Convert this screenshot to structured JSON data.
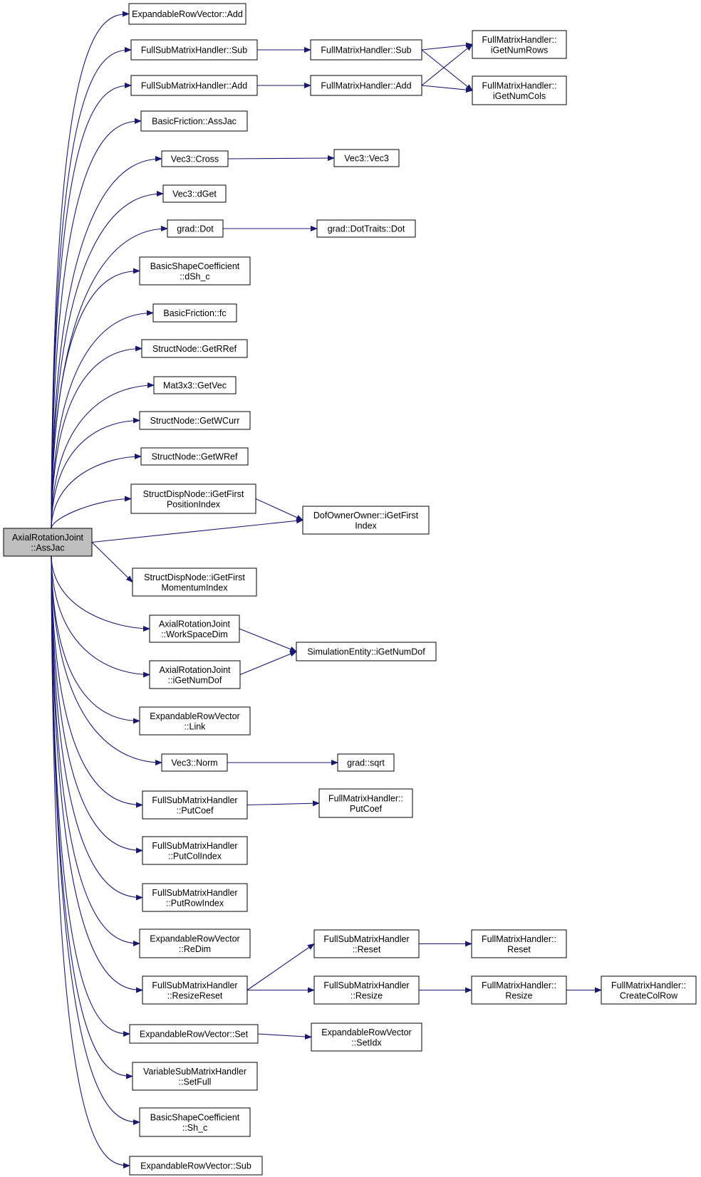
{
  "root": {
    "id": "root",
    "lines": [
      "AxialRotationJoint",
      "::AssJac"
    ]
  },
  "nodes": [
    {
      "id": "n_erv_add",
      "lines": [
        "ExpandableRowVector::Add"
      ]
    },
    {
      "id": "n_fsmh_sub",
      "lines": [
        "FullSubMatrixHandler::Sub"
      ]
    },
    {
      "id": "n_fmh_sub",
      "lines": [
        "FullMatrixHandler::Sub"
      ]
    },
    {
      "id": "n_fmh_rows",
      "lines": [
        "FullMatrixHandler::",
        "iGetNumRows"
      ]
    },
    {
      "id": "n_fsmh_add",
      "lines": [
        "FullSubMatrixHandler::Add"
      ]
    },
    {
      "id": "n_fmh_add",
      "lines": [
        "FullMatrixHandler::Add"
      ]
    },
    {
      "id": "n_fmh_cols",
      "lines": [
        "FullMatrixHandler::",
        "iGetNumCols"
      ]
    },
    {
      "id": "n_bf_assjac",
      "lines": [
        "BasicFriction::AssJac"
      ]
    },
    {
      "id": "n_vec3_cross",
      "lines": [
        "Vec3::Cross"
      ]
    },
    {
      "id": "n_vec3_vec3",
      "lines": [
        "Vec3::Vec3"
      ]
    },
    {
      "id": "n_vec3_dget",
      "lines": [
        "Vec3::dGet"
      ]
    },
    {
      "id": "n_grad_dot",
      "lines": [
        "grad::Dot"
      ]
    },
    {
      "id": "n_grad_dottraits",
      "lines": [
        "grad::DotTraits::Dot"
      ]
    },
    {
      "id": "n_bsc_dsh",
      "lines": [
        "BasicShapeCoefficient",
        "::dSh_c"
      ]
    },
    {
      "id": "n_bf_fc",
      "lines": [
        "BasicFriction::fc"
      ]
    },
    {
      "id": "n_sn_getrref",
      "lines": [
        "StructNode::GetRRef"
      ]
    },
    {
      "id": "n_mat_getvec",
      "lines": [
        "Mat3x3::GetVec"
      ]
    },
    {
      "id": "n_sn_getwcurr",
      "lines": [
        "StructNode::GetWCurr"
      ]
    },
    {
      "id": "n_sn_getwref",
      "lines": [
        "StructNode::GetWRef"
      ]
    },
    {
      "id": "n_sdn_posidx",
      "lines": [
        "StructDispNode::iGetFirst",
        "PositionIndex"
      ]
    },
    {
      "id": "n_doo_first",
      "lines": [
        "DofOwnerOwner::iGetFirst",
        "Index"
      ]
    },
    {
      "id": "n_sdn_momidx",
      "lines": [
        "StructDispNode::iGetFirst",
        "MomentumIndex"
      ]
    },
    {
      "id": "n_arj_wsdim",
      "lines": [
        "AxialRotationJoint",
        "::WorkSpaceDim"
      ]
    },
    {
      "id": "n_se_numdof",
      "lines": [
        "SimulationEntity::iGetNumDof"
      ]
    },
    {
      "id": "n_arj_numdof",
      "lines": [
        "AxialRotationJoint",
        "::iGetNumDof"
      ]
    },
    {
      "id": "n_erv_link",
      "lines": [
        "ExpandableRowVector",
        "::Link"
      ]
    },
    {
      "id": "n_vec3_norm",
      "lines": [
        "Vec3::Norm"
      ]
    },
    {
      "id": "n_grad_sqrt",
      "lines": [
        "grad::sqrt"
      ]
    },
    {
      "id": "n_fsmh_putcoef",
      "lines": [
        "FullSubMatrixHandler",
        "::PutCoef"
      ]
    },
    {
      "id": "n_fmh_putcoef",
      "lines": [
        "FullMatrixHandler::",
        "PutCoef"
      ]
    },
    {
      "id": "n_fsmh_putcol",
      "lines": [
        "FullSubMatrixHandler",
        "::PutColIndex"
      ]
    },
    {
      "id": "n_fsmh_putrow",
      "lines": [
        "FullSubMatrixHandler",
        "::PutRowIndex"
      ]
    },
    {
      "id": "n_erv_redim",
      "lines": [
        "ExpandableRowVector",
        "::ReDim"
      ]
    },
    {
      "id": "n_fsmh_reset",
      "lines": [
        "FullSubMatrixHandler",
        "::Reset"
      ]
    },
    {
      "id": "n_fmh_reset",
      "lines": [
        "FullMatrixHandler::",
        "Reset"
      ]
    },
    {
      "id": "n_fsmh_resizereset",
      "lines": [
        "FullSubMatrixHandler",
        "::ResizeReset"
      ]
    },
    {
      "id": "n_fsmh_resize",
      "lines": [
        "FullSubMatrixHandler",
        "::Resize"
      ]
    },
    {
      "id": "n_fmh_resize",
      "lines": [
        "FullMatrixHandler::",
        "Resize"
      ]
    },
    {
      "id": "n_fmh_createcolrow",
      "lines": [
        "FullMatrixHandler::",
        "CreateColRow"
      ]
    },
    {
      "id": "n_erv_set",
      "lines": [
        "ExpandableRowVector::Set"
      ]
    },
    {
      "id": "n_erv_setidx",
      "lines": [
        "ExpandableRowVector",
        "::SetIdx"
      ]
    },
    {
      "id": "n_vsmh_setfull",
      "lines": [
        "VariableSubMatrixHandler",
        "::SetFull"
      ]
    },
    {
      "id": "n_bsc_sh",
      "lines": [
        "BasicShapeCoefficient",
        "::Sh_c"
      ]
    },
    {
      "id": "n_erv_sub",
      "lines": [
        "ExpandableRowVector::Sub"
      ]
    }
  ],
  "edges": [
    [
      "root",
      "n_erv_add"
    ],
    [
      "root",
      "n_fsmh_sub"
    ],
    [
      "root",
      "n_fsmh_add"
    ],
    [
      "root",
      "n_bf_assjac"
    ],
    [
      "root",
      "n_vec3_cross"
    ],
    [
      "root",
      "n_vec3_dget"
    ],
    [
      "root",
      "n_grad_dot"
    ],
    [
      "root",
      "n_bsc_dsh"
    ],
    [
      "root",
      "n_bf_fc"
    ],
    [
      "root",
      "n_sn_getrref"
    ],
    [
      "root",
      "n_mat_getvec"
    ],
    [
      "root",
      "n_sn_getwcurr"
    ],
    [
      "root",
      "n_sn_getwref"
    ],
    [
      "root",
      "n_sdn_posidx"
    ],
    [
      "root",
      "n_doo_first"
    ],
    [
      "root",
      "n_sdn_momidx"
    ],
    [
      "root",
      "n_arj_wsdim"
    ],
    [
      "root",
      "n_arj_numdof"
    ],
    [
      "root",
      "n_erv_link"
    ],
    [
      "root",
      "n_vec3_norm"
    ],
    [
      "root",
      "n_fsmh_putcoef"
    ],
    [
      "root",
      "n_fsmh_putcol"
    ],
    [
      "root",
      "n_fsmh_putrow"
    ],
    [
      "root",
      "n_erv_redim"
    ],
    [
      "root",
      "n_fsmh_resizereset"
    ],
    [
      "root",
      "n_erv_set"
    ],
    [
      "root",
      "n_vsmh_setfull"
    ],
    [
      "root",
      "n_bsc_sh"
    ],
    [
      "root",
      "n_erv_sub"
    ],
    [
      "n_fsmh_sub",
      "n_fmh_sub"
    ],
    [
      "n_fmh_sub",
      "n_fmh_rows"
    ],
    [
      "n_fmh_sub",
      "n_fmh_cols"
    ],
    [
      "n_fsmh_add",
      "n_fmh_add"
    ],
    [
      "n_fmh_add",
      "n_fmh_rows"
    ],
    [
      "n_fmh_add",
      "n_fmh_cols"
    ],
    [
      "n_vec3_cross",
      "n_vec3_vec3"
    ],
    [
      "n_grad_dot",
      "n_grad_dottraits"
    ],
    [
      "n_sdn_posidx",
      "n_doo_first"
    ],
    [
      "n_arj_wsdim",
      "n_se_numdof"
    ],
    [
      "n_arj_numdof",
      "n_se_numdof"
    ],
    [
      "n_vec3_norm",
      "n_grad_sqrt"
    ],
    [
      "n_fsmh_putcoef",
      "n_fmh_putcoef"
    ],
    [
      "n_fsmh_resizereset",
      "n_fsmh_reset"
    ],
    [
      "n_fsmh_resizereset",
      "n_fsmh_resize"
    ],
    [
      "n_fsmh_reset",
      "n_fmh_reset"
    ],
    [
      "n_fsmh_resize",
      "n_fmh_resize"
    ],
    [
      "n_fmh_resize",
      "n_fmh_createcolrow"
    ],
    [
      "n_erv_set",
      "n_erv_setidx"
    ]
  ]
}
